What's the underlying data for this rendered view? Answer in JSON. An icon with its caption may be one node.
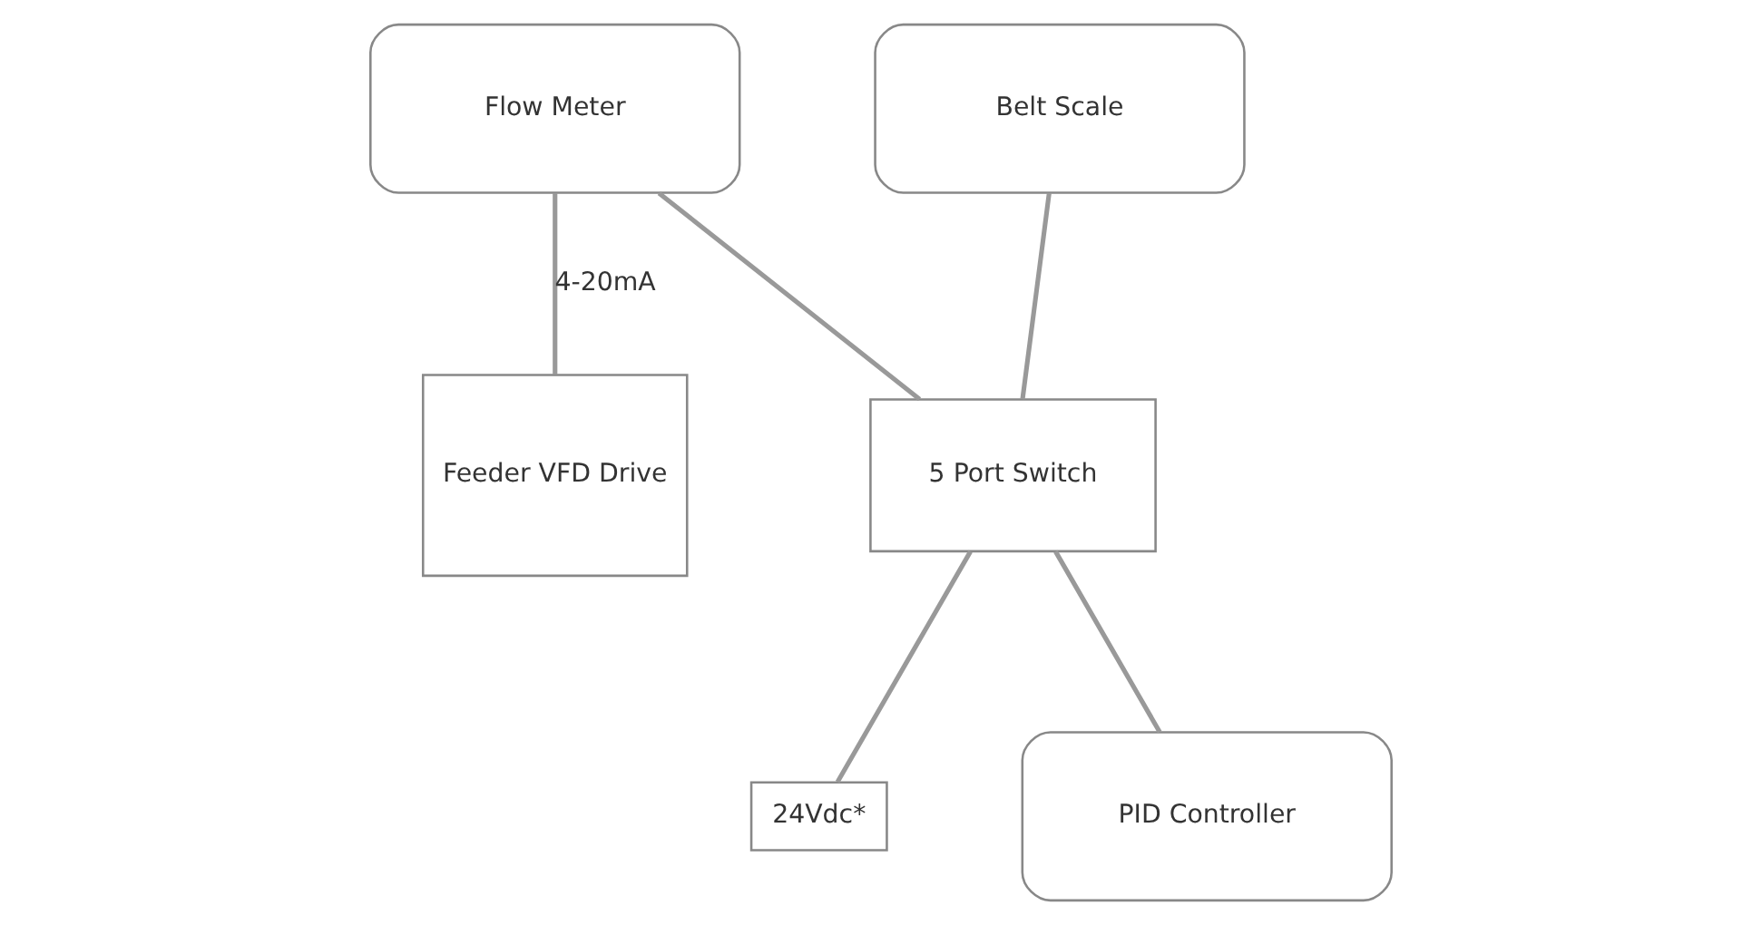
{
  "diagram": {
    "nodes": [
      {
        "text": [
          "Flow Meter"
        ]
      },
      {
        "text": [
          "Belt Scale"
        ]
      },
      {
        "text": [
          "Feeder VFD Drive"
        ]
      },
      {
        "text": [
          "5 Port Switch"
        ]
      },
      {
        "text": [
          "24Vdc*"
        ]
      },
      {
        "text": [
          "PID Controller"
        ]
      }
    ],
    "edges": [
      {
        "from": 0,
        "to": 3,
        "arrow": "none"
      },
      {
        "from": 1,
        "to": 3,
        "arrow": "none"
      },
      {
        "from": 0,
        "to": 2,
        "arrow": "none",
        "label": "4-20mA"
      },
      {
        "from": 3,
        "to": 4,
        "arrow": "none"
      },
      {
        "from": 3,
        "to": 5,
        "arrow": "none"
      }
    ]
  }
}
